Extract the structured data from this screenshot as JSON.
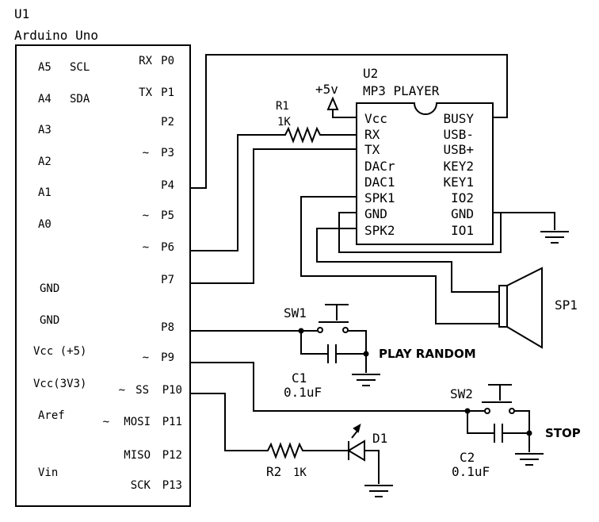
{
  "u1": {
    "ref": "U1",
    "name": "Arduino Uno",
    "left_pins": [
      "A5",
      "SCL",
      "A4",
      "SDA",
      "A3",
      "A2",
      "A1",
      "A0",
      "GND",
      "GND",
      "Vcc (+5)",
      "Vcc(3V3)",
      "Aref",
      "Vin"
    ],
    "right_pins": [
      {
        "prefix": "",
        "func": "RX",
        "pin": "P0"
      },
      {
        "prefix": "",
        "func": "TX",
        "pin": "P1"
      },
      {
        "prefix": "",
        "func": "",
        "pin": "P2"
      },
      {
        "prefix": "~",
        "func": "",
        "pin": "P3"
      },
      {
        "prefix": "",
        "func": "",
        "pin": "P4"
      },
      {
        "prefix": "~",
        "func": "",
        "pin": "P5"
      },
      {
        "prefix": "~",
        "func": "",
        "pin": "P6"
      },
      {
        "prefix": "",
        "func": "",
        "pin": "P7"
      },
      {
        "prefix": "",
        "func": "",
        "pin": "P8"
      },
      {
        "prefix": "~",
        "func": "",
        "pin": "P9"
      },
      {
        "prefix": "~",
        "func": "SS",
        "pin": "P10"
      },
      {
        "prefix": "~",
        "func": "MOSI",
        "pin": "P11"
      },
      {
        "prefix": "",
        "func": "MISO",
        "pin": "P12"
      },
      {
        "prefix": "",
        "func": "SCK",
        "pin": "P13"
      }
    ]
  },
  "u2": {
    "ref": "U2",
    "name": "MP3 PLAYER",
    "left_pins": [
      "Vcc",
      "RX",
      "TX",
      "DACr",
      "DAC1",
      "SPK1",
      "GND",
      "SPK2"
    ],
    "right_pins": [
      "BUSY",
      "USB-",
      "USB+",
      "KEY2",
      "KEY1",
      "IO2",
      "GND",
      "IO1"
    ]
  },
  "power": {
    "label": "+5v"
  },
  "r1": {
    "ref": "R1",
    "value": "1K"
  },
  "r2": {
    "ref": "R2",
    "value": "1K"
  },
  "d1": {
    "ref": "D1"
  },
  "sw1": {
    "ref": "SW1",
    "label": "PLAY RANDOM"
  },
  "sw2": {
    "ref": "SW2",
    "label": "STOP"
  },
  "c1": {
    "ref": "C1",
    "value": "0.1uF"
  },
  "c2": {
    "ref": "C2",
    "value": "0.1uF"
  },
  "sp1": {
    "ref": "SP1"
  }
}
